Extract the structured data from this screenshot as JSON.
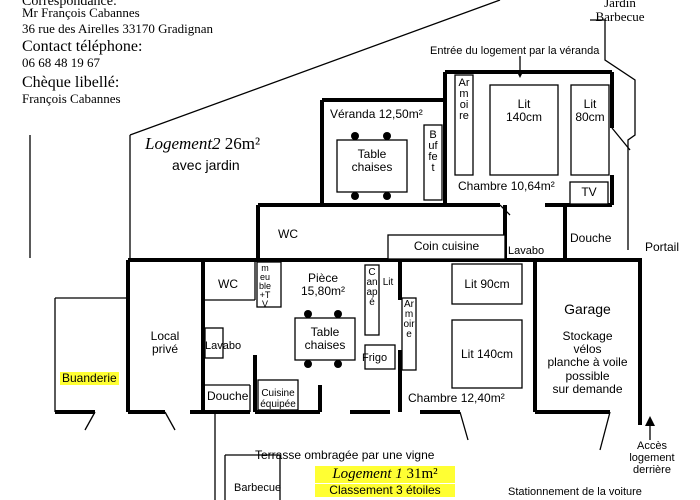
{
  "contact": {
    "correspondence_heading": "Correspondance:",
    "name": "Mr François Cabannes",
    "address": "36 rue des Airelles 33170 Gradignan",
    "phone_heading": "Contact téléphone:",
    "phone": "06 68 48 19 67",
    "cheque_heading": "Chèque libellé:",
    "cheque_name": "François Cabannes"
  },
  "top_right": {
    "line1": "Jardin",
    "line2": "Barbecue"
  },
  "entrance_note": "Entrée du logement par la véranda",
  "logement2": {
    "title": "Logement2",
    "area": "26m²",
    "subtitle": "avec jardin"
  },
  "rooms": {
    "veranda": "Véranda 12,50m²",
    "table_chaises_top_1": "Table",
    "table_chaises_top_2": "chaises",
    "buffet": "Buffet",
    "armoire_top": "Armoire",
    "lit_140_top_1": "Lit",
    "lit_140_top_2": "140cm",
    "lit_80_1": "Lit",
    "lit_80_2": "80cm",
    "chambre_1064": "Chambre 10,64m²",
    "tv_top": "TV",
    "wc_top": "WC",
    "coin_cuisine": "Coin cuisine",
    "lavabo_top": "Lavabo",
    "douche_top": "Douche",
    "portail": "Portail",
    "local_1": "Local",
    "local_2": "privé",
    "buanderie": "Buanderie",
    "wc_bottom": "WC",
    "meuble_tv": "meuble+TV",
    "piece_1": "Pièce",
    "piece_2": "15,80m²",
    "canape_lit_1": "Canapé",
    "canape_lit_2": "Lit",
    "table_chaises_bot_1": "Table",
    "table_chaises_bot_2": "chaises",
    "lavabo_bottom": "Lavabo",
    "frigo": "Frigo",
    "armoire_bottom": "Armoire",
    "lit_90": "Lit 90cm",
    "lit_140_bottom": "Lit 140cm",
    "douche_bottom": "Douche",
    "cuisine_1": "Cuisine",
    "cuisine_2": "équipée",
    "chambre_1240": "Chambre 12,40m²",
    "garage": "Garage",
    "garage_1": "Stockage",
    "garage_2": "vélos",
    "garage_3": "planche à voile",
    "garage_4": "possible",
    "garage_5": "sur demande"
  },
  "bottom": {
    "terrasse": "Terrasse ombragée par une vigne",
    "logement1_title": "Logement",
    "logement1_num": "1",
    "logement1_area": "31m²",
    "classement": "Classement 3 étoiles",
    "barbecue": "Barbecue",
    "acces_1": "Accès",
    "acces_2": "logement",
    "acces_3": "derrière",
    "stationnement": "Stationnement de la voiture"
  },
  "colors": {
    "highlight": "#ffff33",
    "wall": "#000000"
  }
}
